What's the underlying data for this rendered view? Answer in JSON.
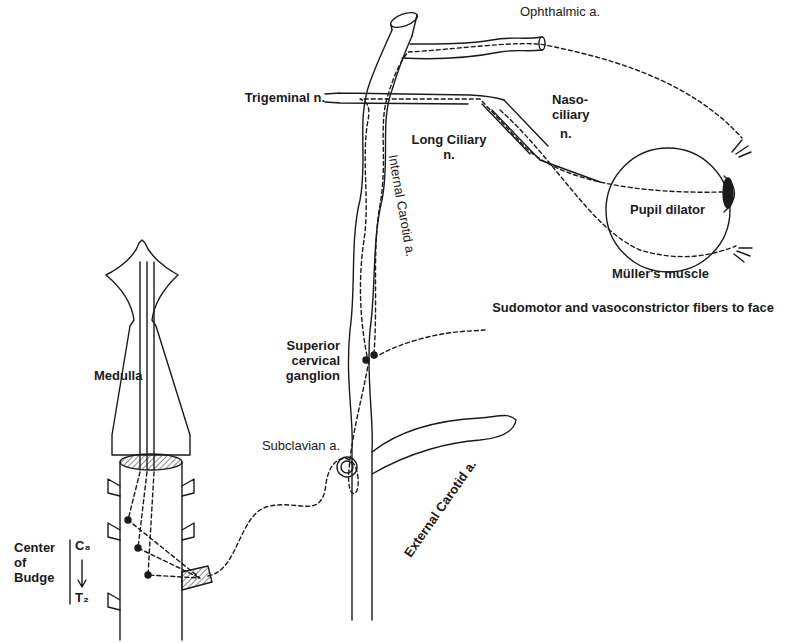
{
  "diagram": {
    "labels": [
      "Ophthalmic a.",
      "Trigeminal n.",
      "Naso- ciliary",
      "n.",
      "Long Ciliary n.",
      "Internal Carotid a.",
      "Pupil dilator",
      "Müller's muscle",
      "Sudomotor and vasoconstrictor fibers to face",
      "Superior cervical ganglion",
      "External Carotid a.",
      "Subclavian a.",
      "Medulla",
      "Center of Budge",
      "C₈",
      "T₂"
    ]
  }
}
